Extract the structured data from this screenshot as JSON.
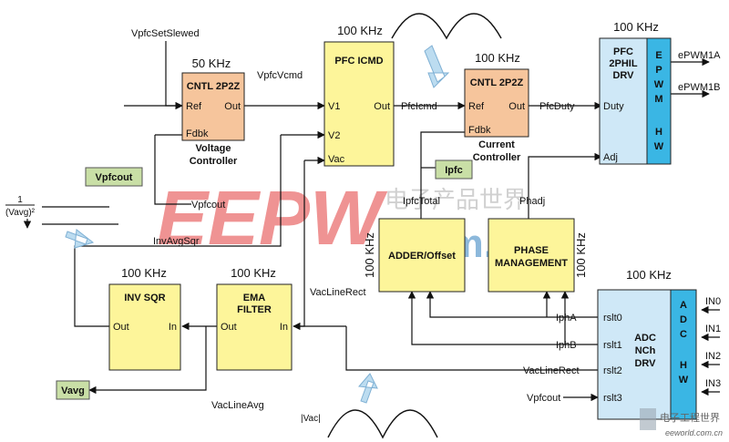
{
  "colors": {
    "block_orange": "#f6c59c",
    "block_yellow": "#fdf59a",
    "block_blue": "#cfe8f7",
    "block_cyan": "#3ab6e4",
    "label_green": "#c9dfa6",
    "watermark_red": "#e23c3c",
    "watermark_blue": "#2f7fbf",
    "arrow_blue": "#bcdcf0"
  },
  "blocks": {
    "cntl_v": {
      "freq": "50 KHz",
      "title": "CNTL 2P2Z",
      "ref": "Ref",
      "out": "Out",
      "fdbk": "Fdbk",
      "caption1": "Voltage",
      "caption2": "Controller"
    },
    "pfc_icmd": {
      "freq": "100 KHz",
      "title": "PFC ICMD",
      "v1": "V1",
      "v2": "V2",
      "vac": "Vac",
      "out": "Out"
    },
    "cntl_c": {
      "freq": "100 KHz",
      "title": "CNTL 2P2Z",
      "ref": "Ref",
      "out": "Out",
      "fdbk": "Fdbk",
      "caption1": "Current",
      "caption2": "Controller"
    },
    "pfc_drv": {
      "freq": "100 KHz",
      "title1": "PFC",
      "title2": "2PHIL",
      "title3": "DRV",
      "duty": "Duty",
      "adj": "Adj",
      "hw_letters": [
        "E",
        "P",
        "W",
        "M",
        "H",
        "W"
      ]
    },
    "adder": {
      "freq": "100 KHz",
      "title": "ADDER/Offset"
    },
    "phase": {
      "freq": "100 KHz",
      "title1": "PHASE",
      "title2": "MANAGEMENT"
    },
    "inv_sqr": {
      "freq": "100 KHz",
      "title": "INV SQR",
      "out": "Out",
      "in": "In"
    },
    "ema": {
      "freq": "100 KHz",
      "title1": "EMA",
      "title2": "FILTER",
      "out": "Out",
      "in": "In"
    },
    "adc": {
      "freq": "100 KHz",
      "title1": "ADC",
      "title2": "NCh",
      "title3": "DRV",
      "rslt": [
        "rslt0",
        "rslt1",
        "rslt2",
        "rslt3"
      ],
      "hw_letters": [
        "A",
        "D",
        "C",
        "H",
        "W"
      ]
    }
  },
  "signals": {
    "vpfc_set_slewed": "VpfcSetSlewed",
    "vpfc_vcmd": "VpfcVcmd",
    "pfc_icmd": "PfcIcmd",
    "pfc_duty": "PfcDuty",
    "epwm1a": "ePWM1A",
    "epwm1b": "ePWM1B",
    "vpfcout": "Vpfcout",
    "ipfc": "Ipfc",
    "ipfc_total": "IpfcTotal",
    "phadj": "Phadj",
    "inv_avg_sqr": "InvAvgSqr",
    "vac_line_rect": "VacLineRect",
    "vac_line_avg": "VacLineAvg",
    "vavg": "Vavg",
    "ipha": "IphA",
    "iphb": "IphB",
    "in0": "IN0",
    "in1": "IN1",
    "in2": "IN2",
    "in3": "IN3",
    "vac_abs": "|Vac|",
    "frac_num": "1",
    "frac_den": "(Vavg)²"
  },
  "watermark": {
    "brand": "EEPW",
    "domain": ".com.cn",
    "cn_text": "电子产品世界",
    "corner_cn": "电子工程世界",
    "corner_url": "eeworld.com.cn"
  }
}
